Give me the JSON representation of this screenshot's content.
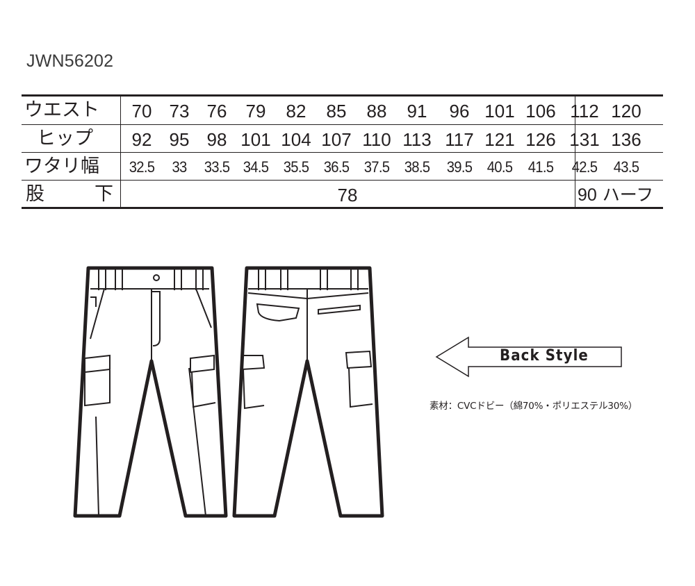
{
  "product_code": "JWN56202",
  "size_table": {
    "rows": [
      {
        "label": "ウエスト",
        "values": [
          "70",
          "73",
          "76",
          "79",
          "82",
          "85",
          "88",
          "91",
          "96",
          "101",
          "106",
          "112",
          "120"
        ]
      },
      {
        "label": "ヒップ",
        "values": [
          "92",
          "95",
          "98",
          "101",
          "104",
          "107",
          "110",
          "113",
          "117",
          "121",
          "126",
          "131",
          "136"
        ]
      },
      {
        "label": "ワタリ幅",
        "values": [
          "32.5",
          "33",
          "33.5",
          "34.5",
          "35.5",
          "36.5",
          "37.5",
          "38.5",
          "39.5",
          "40.5",
          "41.5",
          "42.5",
          "43.5"
        ]
      }
    ],
    "inseam": {
      "label_left": "股",
      "label_right": "下",
      "value_regular": "78",
      "value_long": "90",
      "value_long_note": "ハーフ"
    }
  },
  "back_style_label": "Back Style",
  "material_text": "素材：CVCドビー（綿70%・ポリエステル30%）"
}
